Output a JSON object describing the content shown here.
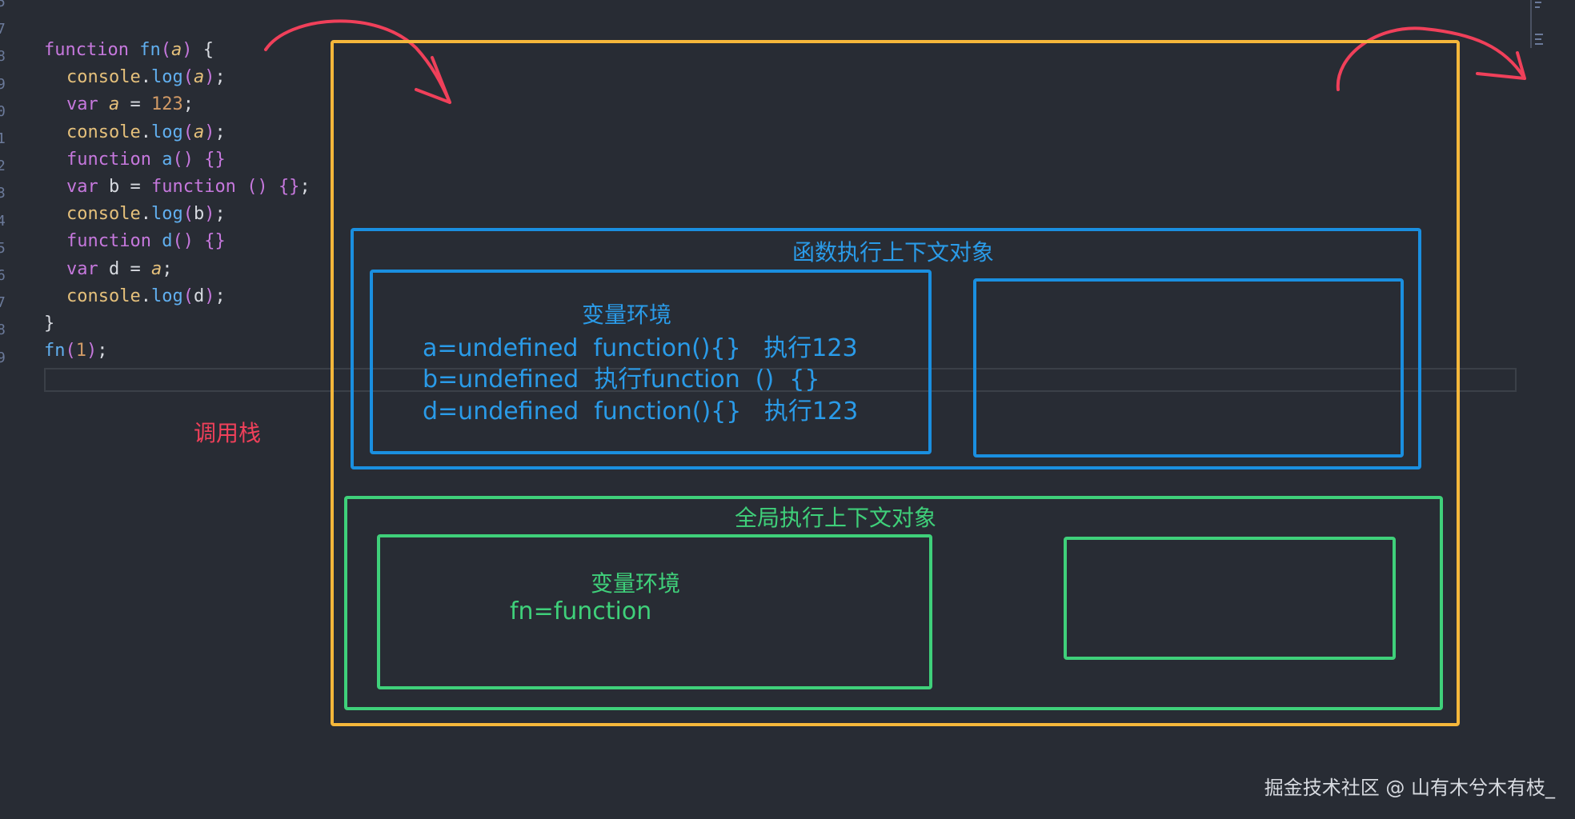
{
  "editor": {
    "line_numbers": [
      "5",
      "7",
      "8",
      "9",
      "0",
      "1",
      "2",
      "3",
      "4",
      "5",
      "6",
      "7",
      "8",
      "9"
    ],
    "code_lines": [
      {
        "indent": false,
        "tokens": [
          [
            "kw",
            "function "
          ],
          [
            "fnname",
            "fn"
          ],
          [
            "paren",
            "("
          ],
          [
            "param",
            "a"
          ],
          [
            "paren",
            ")"
          ],
          [
            "brace",
            " {"
          ]
        ]
      },
      {
        "indent": true,
        "tokens": [
          [
            "obj",
            "console"
          ],
          [
            "brace",
            "."
          ],
          [
            "prop",
            "log"
          ],
          [
            "paren",
            "("
          ],
          [
            "param",
            "a"
          ],
          [
            "paren",
            ")"
          ],
          [
            "brace",
            ";"
          ]
        ]
      },
      {
        "indent": true,
        "tokens": [
          [
            "kw",
            "var "
          ],
          [
            "param",
            "a"
          ],
          [
            "brace",
            " = "
          ],
          [
            "num",
            "123"
          ],
          [
            "brace",
            ";"
          ]
        ]
      },
      {
        "indent": true,
        "tokens": [
          [
            "obj",
            "console"
          ],
          [
            "brace",
            "."
          ],
          [
            "prop",
            "log"
          ],
          [
            "paren",
            "("
          ],
          [
            "param",
            "a"
          ],
          [
            "paren",
            ")"
          ],
          [
            "brace",
            ";"
          ]
        ]
      },
      {
        "indent": true,
        "tokens": [
          [
            "kw",
            "function "
          ],
          [
            "fnname",
            "a"
          ],
          [
            "paren",
            "() "
          ],
          [
            "kw",
            "{}"
          ]
        ]
      },
      {
        "indent": true,
        "tokens": [
          [
            "kw",
            "var "
          ],
          [
            "brace",
            "b = "
          ],
          [
            "kw",
            "function "
          ],
          [
            "paren",
            "() "
          ],
          [
            "kw",
            "{}"
          ],
          [
            "brace",
            ";"
          ]
        ]
      },
      {
        "indent": true,
        "tokens": [
          [
            "obj",
            "console"
          ],
          [
            "brace",
            "."
          ],
          [
            "prop",
            "log"
          ],
          [
            "paren",
            "("
          ],
          [
            "brace",
            "b"
          ],
          [
            "paren",
            ")"
          ],
          [
            "brace",
            ";"
          ]
        ]
      },
      {
        "indent": true,
        "tokens": [
          [
            "kw",
            "function "
          ],
          [
            "fnname",
            "d"
          ],
          [
            "paren",
            "() "
          ],
          [
            "kw",
            "{}"
          ]
        ]
      },
      {
        "indent": true,
        "tokens": [
          [
            "kw",
            "var "
          ],
          [
            "brace",
            "d = "
          ],
          [
            "param",
            "a"
          ],
          [
            "brace",
            ";"
          ]
        ]
      },
      {
        "indent": true,
        "tokens": [
          [
            "obj",
            "console"
          ],
          [
            "brace",
            "."
          ],
          [
            "prop",
            "log"
          ],
          [
            "paren",
            "("
          ],
          [
            "brace",
            "d"
          ],
          [
            "paren",
            ")"
          ],
          [
            "brace",
            ";"
          ]
        ]
      },
      {
        "indent": false,
        "tokens": [
          [
            "brace",
            "}"
          ]
        ]
      },
      {
        "indent": false,
        "tokens": [
          [
            "fnname",
            "fn"
          ],
          [
            "paren",
            "("
          ],
          [
            "num",
            "1"
          ],
          [
            "paren",
            ")"
          ],
          [
            "brace",
            ";"
          ]
        ]
      }
    ]
  },
  "diagram": {
    "call_stack_label": "调用栈",
    "function_context": {
      "title": "函数执行上下文对象",
      "variable_env": {
        "title": "变量环境",
        "rows": [
          "a=undefined  function(){}   执行123",
          "b=undefined  执行function  ()  {}",
          "d=undefined  function(){}   执行123"
        ]
      }
    },
    "global_context": {
      "title": "全局执行上下文对象",
      "variable_env": {
        "title": "变量环境",
        "rows": [
          "fn=function"
        ]
      }
    }
  },
  "colors": {
    "background": "#282c34",
    "call_stack_border": "#f5b73b",
    "function_context": "#1a8fe0",
    "global_context": "#3fd07a",
    "arrows": "#f0405a"
  },
  "watermark": "掘金技术社区 @ 山有木兮木有枝_"
}
